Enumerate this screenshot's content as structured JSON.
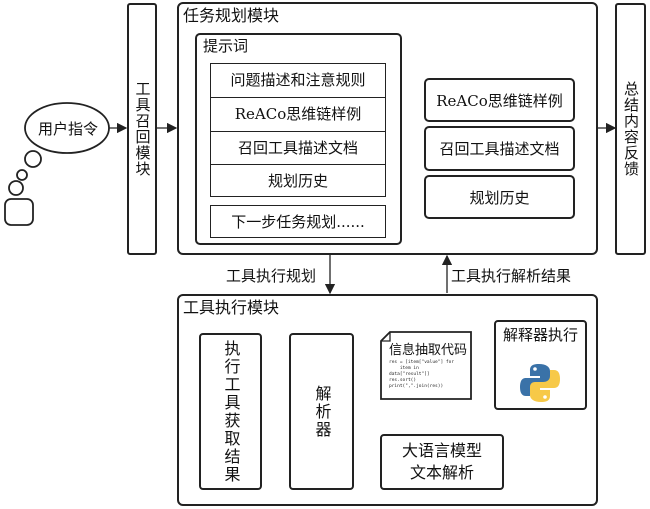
{
  "user": {
    "label": "用户指令"
  },
  "tool_recall": {
    "label": "工具召回模块"
  },
  "summary": {
    "label": "总结内容反馈"
  },
  "planning": {
    "title": "任务规划模块",
    "prompt": {
      "title": "提示词",
      "items": [
        "问题描述和注意规则",
        "ReACo思维链样例",
        "召回工具描述文档",
        "规划历史"
      ],
      "next_step": "下一步任务规划......"
    },
    "inputs": [
      "ReACo思维链样例",
      "召回工具描述文档",
      "规划历史"
    ]
  },
  "edges": {
    "plan_to_exec": "工具执行规划",
    "exec_to_plan": "工具执行解析结果"
  },
  "execution": {
    "title": "工具执行模块",
    "get_results": "执行工具获取结果",
    "parser": "解析器",
    "code_title": "信息抽取代码",
    "code_lines": [
      "res = [item[\"value\"] for",
      "    item in",
      "data[\"result\"]]",
      "res.sort()",
      "print(\",\".join(res))"
    ],
    "interpreter": "解释器执行",
    "llm_parse_line1": "大语言模型",
    "llm_parse_line2": "文本解析"
  },
  "colors": {
    "python_blue": "#3a72a8",
    "python_yellow": "#f7c948",
    "stroke": "#222222"
  }
}
